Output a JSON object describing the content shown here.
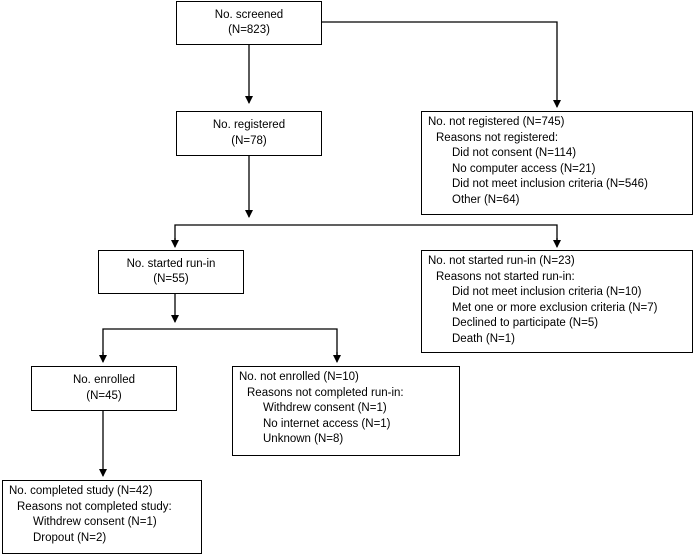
{
  "screened": {
    "title": "No. screened",
    "count": "(N=823)"
  },
  "registered": {
    "title": "No. registered",
    "count": "(N=78)"
  },
  "not_registered": {
    "title": "No. not registered (N=745)",
    "reasons_header": "Reasons not registered:",
    "reasons": [
      "Did not consent (N=114)",
      "No computer access (N=21)",
      "Did not meet inclusion criteria (N=546)",
      "Other (N=64)"
    ]
  },
  "started_runin": {
    "title": "No. started run-in",
    "count": "(N=55)"
  },
  "not_started_runin": {
    "title": "No. not started run-in (N=23)",
    "reasons_header": "Reasons not started run-in:",
    "reasons": [
      "Did not meet inclusion criteria (N=10)",
      "Met one or more exclusion criteria (N=7)",
      "Declined to participate (N=5)",
      "Death (N=1)"
    ]
  },
  "enrolled": {
    "title": "No. enrolled",
    "count": "(N=45)"
  },
  "not_enrolled": {
    "title": "No. not enrolled (N=10)",
    "reasons_header": "Reasons not completed run-in:",
    "reasons": [
      "Withdrew consent (N=1)",
      "No internet access (N=1)",
      "Unknown (N=8)"
    ]
  },
  "completed": {
    "title": "No. completed study (N=42)",
    "reasons_header": "Reasons not completed study:",
    "reasons": [
      "Withdrew consent (N=1)",
      "Dropout (N=2)"
    ]
  }
}
